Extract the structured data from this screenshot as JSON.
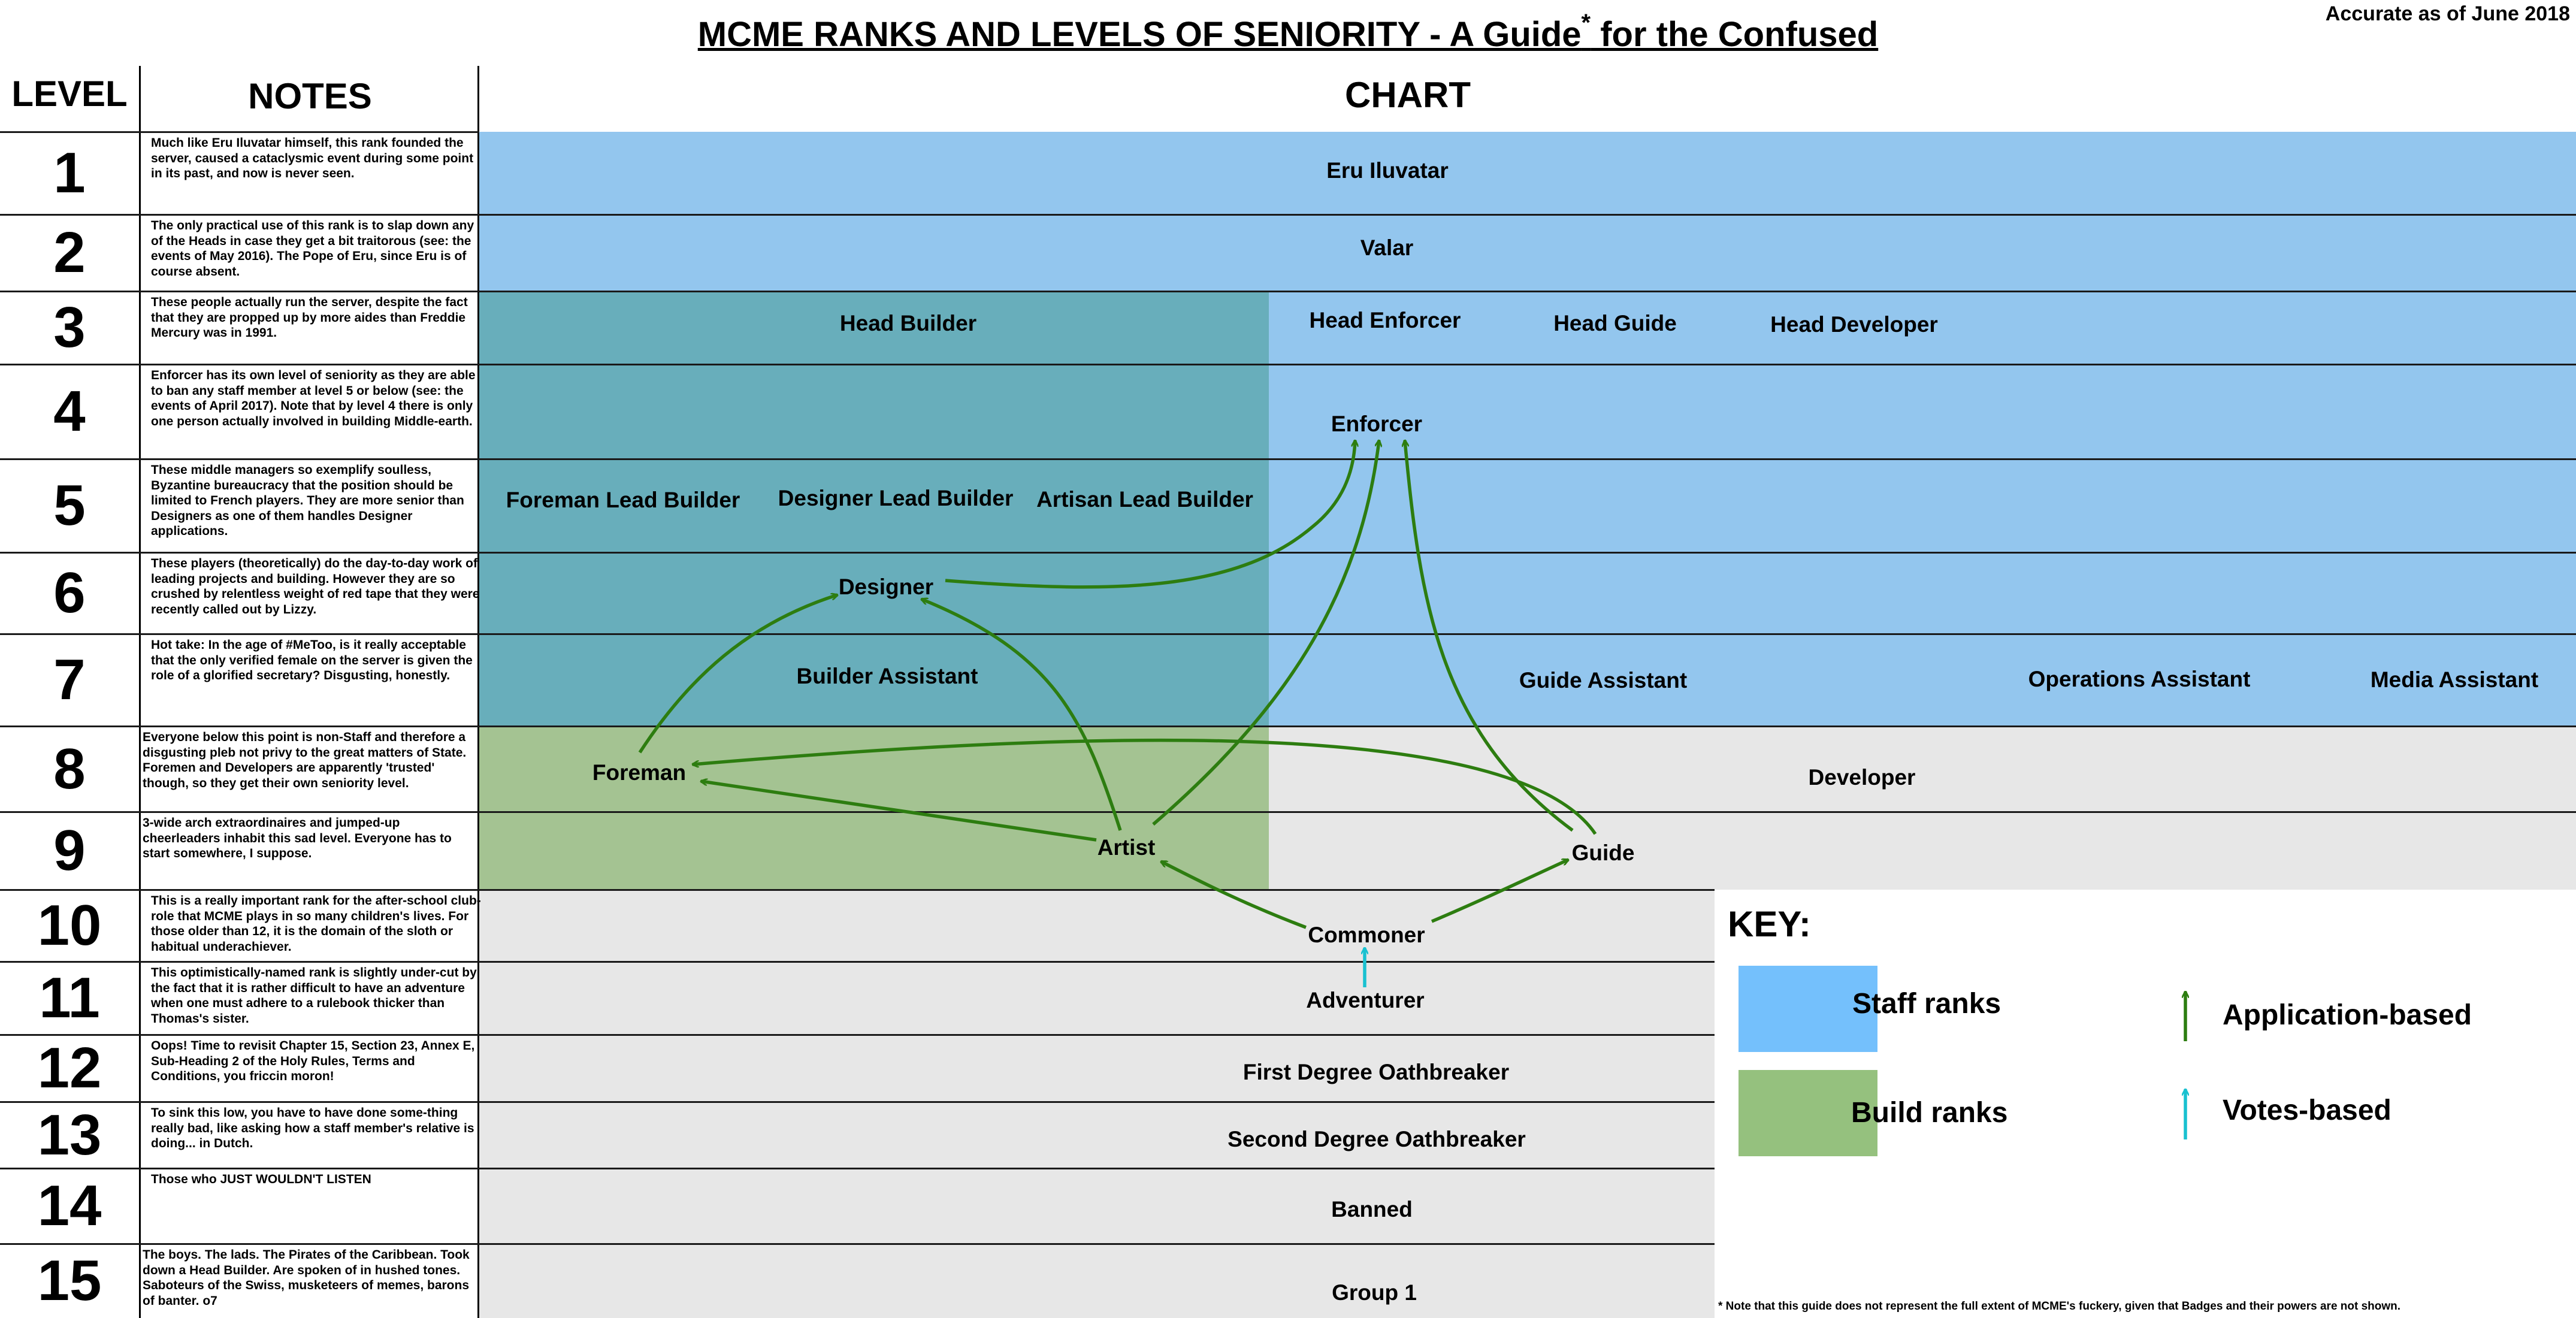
{
  "header": {
    "title_main": "MCME RANKS AND LEVELS OF SENIORITY - A Guide",
    "title_asterisk": "*",
    "title_tail": " for the Confused",
    "accurate": "Accurate as of June 2018"
  },
  "columns": {
    "level": "LEVEL",
    "notes": "NOTES",
    "chart": "CHART"
  },
  "levels": [
    {
      "num": "1",
      "note": "Much like Eru Iluvatar himself, this rank founded the server, caused a cataclysmic event during some point in its past, and now is never seen."
    },
    {
      "num": "2",
      "note": "The only practical use of this rank is to slap down any of the Heads in case they get a bit traitorous (see: the events of May 2016). The Pope of Eru, since Eru is of course absent."
    },
    {
      "num": "3",
      "note": "These people actually run the server, despite the fact that they are propped up by more aides than Freddie Mercury was in 1991."
    },
    {
      "num": "4",
      "note": "Enforcer has its own level of seniority as they are able to ban any staff member at level 5 or below (see: the events of April 2017). Note that by level 4 there is only one person actually involved in building Middle-earth."
    },
    {
      "num": "5",
      "note": "These middle managers so exemplify soulless, Byzantine bureaucracy that the position should be limited to French players. They are more senior than Designers as one of them handles Designer applications."
    },
    {
      "num": "6",
      "note": "These players (theoretically) do the day-to-day work of leading projects and building. However they are so crushed by relentless weight of red tape that they were recently called out by Lizzy."
    },
    {
      "num": "7",
      "note": "Hot take: In the age of #MeToo, is it really acceptable that the only verified female on the server is given the role of a glorified secretary? Disgusting, honestly."
    },
    {
      "num": "8",
      "note": "Everyone below this point is non-Staff and therefore a disgusting pleb not privy to the great matters of State. Foremen and Developers are apparently 'trusted' though, so they get their own seniority level."
    },
    {
      "num": "9",
      "note": "3-wide arch extraordinaires and jumped-up cheerleaders inhabit this sad level. Everyone has to start somewhere, I suppose."
    },
    {
      "num": "10",
      "note": "This is a really important rank for the after-school club-role that MCME plays in so many children's lives. For those older than 12, it is the domain of the sloth or habitual underachiever."
    },
    {
      "num": "11",
      "note": "This optimistically-named rank is slightly under-cut by the fact that it is rather difficult to have an adventure when one must adhere to a rulebook thicker than Thomas's sister."
    },
    {
      "num": "12",
      "note": "Oops! Time to revisit Chapter 15, Section 23, Annex E, Sub-Heading 2 of the Holy Rules, Terms and Conditions, you friccin moron!"
    },
    {
      "num": "13",
      "note": "To sink this low, you have to have done some-thing really bad, like asking how a staff member's relative is doing... in Dutch."
    },
    {
      "num": "14",
      "note": "Those who JUST WOULDN'T LISTEN"
    },
    {
      "num": "15",
      "note": "The boys. The lads. The Pirates of the Caribbean. Took down a Head Builder. Are spoken of in hushed tones. Saboteurs of the Swiss, musketeers of memes, barons of banter. o7"
    }
  ],
  "ranks": {
    "eru": "Eru Iluvatar",
    "valar": "Valar",
    "head_builder": "Head Builder",
    "head_enforcer": "Head Enforcer",
    "head_guide": "Head Guide",
    "head_developer": "Head Developer",
    "enforcer": "Enforcer",
    "foreman_lead": "Foreman Lead Builder",
    "designer_lead": "Designer Lead Builder",
    "artisan_lead": "Artisan Lead Builder",
    "designer": "Designer",
    "builder_assistant": "Builder Assistant",
    "guide_assistant": "Guide Assistant",
    "operations_assistant": "Operations Assistant",
    "media_assistant": "Media Assistant",
    "foreman": "Foreman",
    "developer": "Developer",
    "artist": "Artist",
    "guide": "Guide",
    "commoner": "Commoner",
    "adventurer": "Adventurer",
    "first_oathbreaker": "First Degree Oathbreaker",
    "second_oathbreaker": "Second Degree Oathbreaker",
    "banned": "Banned",
    "group1": "Group 1"
  },
  "key": {
    "title": "KEY:",
    "staff": "Staff ranks",
    "build": "Build ranks",
    "application": "Application-based",
    "votes": "Votes-based",
    "footnote": "* Note that this guide does not represent the full extent of MCME's fuckery, given that Badges and their powers are not shown."
  },
  "colors": {
    "staff": "#93c6ee",
    "staff_key": "#74c0fc",
    "build": "#a4c392",
    "build_key": "#95c17e",
    "overlap": "#68aebb",
    "nonstaff": "#e7e7e7",
    "application_arrow": "#2d7d10",
    "votes_arrow": "#19c1d0"
  }
}
